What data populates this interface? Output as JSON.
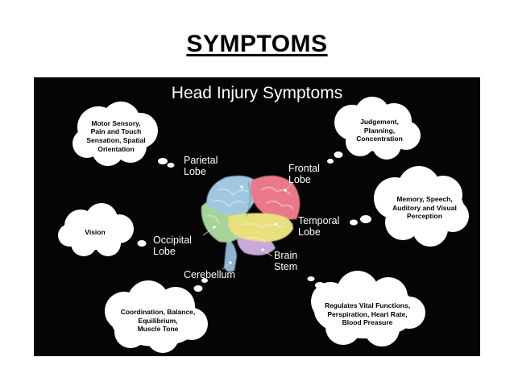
{
  "slide": {
    "title": "SYMPTOMS"
  },
  "diagram": {
    "title": "Head Injury Symptoms",
    "regions": {
      "parietal": {
        "label": "Parietal\nLobe",
        "symptoms": "Motor Sensory,\nPain and Touch\nSensation, Spatial\nOrientation"
      },
      "frontal": {
        "label": "Frontal\nLobe",
        "symptoms": "Judgement,\nPlanning,\nConcentration"
      },
      "temporal": {
        "label": "Temporal\nLobe",
        "symptoms": "Memory, Speech,\nAuditory and Visual\nPerception"
      },
      "occipital": {
        "label": "Occipital\nLobe",
        "symptoms": "Vision"
      },
      "cerebellum": {
        "label": "Cerebellum",
        "symptoms": "Coordination, Balance,\nEquilibrium,\nMuscle Tone"
      },
      "brainstem": {
        "label": "Brain\nStem",
        "symptoms": "Regulates Vital Functions,\nPerspiration, Heart Rate,\nBlood Preasure"
      }
    }
  },
  "colors": {
    "panel_bg": "#050505",
    "cloud_fill": "#ffffff",
    "frontal": "#e9788a",
    "parietal": "#9fc7de",
    "temporal": "#e7e07c",
    "occipital": "#a7d39b",
    "cerebellum": "#c7a9dc",
    "brainstem": "#8fb3cf"
  }
}
